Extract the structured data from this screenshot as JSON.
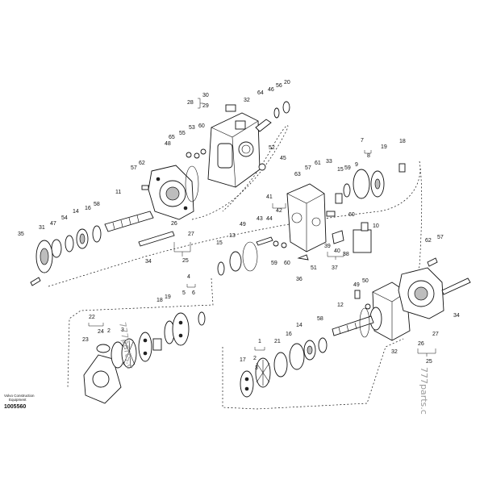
{
  "footer": {
    "company_line1": "Volvo Construction",
    "company_line2": "Equipment",
    "drawing_number": "1005560"
  },
  "watermarks": [
    "777parts.c",
    "777parts.c"
  ],
  "callouts": [
    {
      "id": "c28",
      "text": "28"
    },
    {
      "id": "c30",
      "text": "30"
    },
    {
      "id": "c29",
      "text": "29"
    },
    {
      "id": "c32a",
      "text": "32"
    },
    {
      "id": "c64",
      "text": "64"
    },
    {
      "id": "c46a",
      "text": "46"
    },
    {
      "id": "c56",
      "text": "56"
    },
    {
      "id": "c20",
      "text": "20"
    },
    {
      "id": "c55",
      "text": "55"
    },
    {
      "id": "c53",
      "text": "53"
    },
    {
      "id": "c60a",
      "text": "60"
    },
    {
      "id": "c65",
      "text": "65"
    },
    {
      "id": "c48",
      "text": "48"
    },
    {
      "id": "c52",
      "text": "52"
    },
    {
      "id": "c45",
      "text": "45"
    },
    {
      "id": "c57a",
      "text": "57"
    },
    {
      "id": "c62a",
      "text": "62"
    },
    {
      "id": "c11",
      "text": "11"
    },
    {
      "id": "c16a",
      "text": "16"
    },
    {
      "id": "c58a",
      "text": "58"
    },
    {
      "id": "c47",
      "text": "47"
    },
    {
      "id": "c14a",
      "text": "14"
    },
    {
      "id": "c31",
      "text": "31"
    },
    {
      "id": "c54",
      "text": "54"
    },
    {
      "id": "c35",
      "text": "35"
    },
    {
      "id": "c26a",
      "text": "26"
    },
    {
      "id": "c27a",
      "text": "27"
    },
    {
      "id": "c25a",
      "text": "25"
    },
    {
      "id": "c34a",
      "text": "34"
    },
    {
      "id": "c49a",
      "text": "49"
    },
    {
      "id": "c13",
      "text": "13"
    },
    {
      "id": "c15a",
      "text": "15"
    },
    {
      "id": "c57b",
      "text": "57"
    },
    {
      "id": "c61",
      "text": "61"
    },
    {
      "id": "c63",
      "text": "63"
    },
    {
      "id": "c33",
      "text": "33"
    },
    {
      "id": "c41",
      "text": "41"
    },
    {
      "id": "c43",
      "text": "43"
    },
    {
      "id": "c44",
      "text": "44"
    },
    {
      "id": "c42",
      "text": "42"
    },
    {
      "id": "c59a",
      "text": "59"
    },
    {
      "id": "c60b",
      "text": "60"
    },
    {
      "id": "c60c",
      "text": "60"
    },
    {
      "id": "c51",
      "text": "51"
    },
    {
      "id": "c36",
      "text": "36"
    },
    {
      "id": "c15b",
      "text": "15"
    },
    {
      "id": "c59b",
      "text": "59"
    },
    {
      "id": "c7",
      "text": "7"
    },
    {
      "id": "c9",
      "text": "9"
    },
    {
      "id": "c8",
      "text": "8"
    },
    {
      "id": "c19a",
      "text": "19"
    },
    {
      "id": "c18a",
      "text": "18"
    },
    {
      "id": "c39",
      "text": "39"
    },
    {
      "id": "c40",
      "text": "40"
    },
    {
      "id": "c38",
      "text": "38"
    },
    {
      "id": "c37",
      "text": "37"
    },
    {
      "id": "c10",
      "text": "10"
    },
    {
      "id": "c62b",
      "text": "62"
    },
    {
      "id": "c57c",
      "text": "57"
    },
    {
      "id": "c22",
      "text": "22"
    },
    {
      "id": "c24",
      "text": "24"
    },
    {
      "id": "c23",
      "text": "23"
    },
    {
      "id": "c2a",
      "text": "2"
    },
    {
      "id": "c3a",
      "text": "3"
    },
    {
      "id": "c18b",
      "text": "18"
    },
    {
      "id": "c19b",
      "text": "19"
    },
    {
      "id": "c4a",
      "text": "4"
    },
    {
      "id": "c5a",
      "text": "5"
    },
    {
      "id": "c6a",
      "text": "6"
    },
    {
      "id": "c49b",
      "text": "49"
    },
    {
      "id": "c50",
      "text": "50"
    },
    {
      "id": "c12",
      "text": "12"
    },
    {
      "id": "c58b",
      "text": "58"
    },
    {
      "id": "c14b",
      "text": "14"
    },
    {
      "id": "c16b",
      "text": "16"
    },
    {
      "id": "c21",
      "text": "21"
    },
    {
      "id": "c1",
      "text": "1"
    },
    {
      "id": "c2b",
      "text": "2"
    },
    {
      "id": "c3b",
      "text": "3"
    },
    {
      "id": "c17",
      "text": "17"
    },
    {
      "id": "c32b",
      "text": "32"
    },
    {
      "id": "c26b",
      "text": "26"
    },
    {
      "id": "c27b",
      "text": "27"
    },
    {
      "id": "c25b",
      "text": "25"
    },
    {
      "id": "c34b",
      "text": "34"
    }
  ]
}
